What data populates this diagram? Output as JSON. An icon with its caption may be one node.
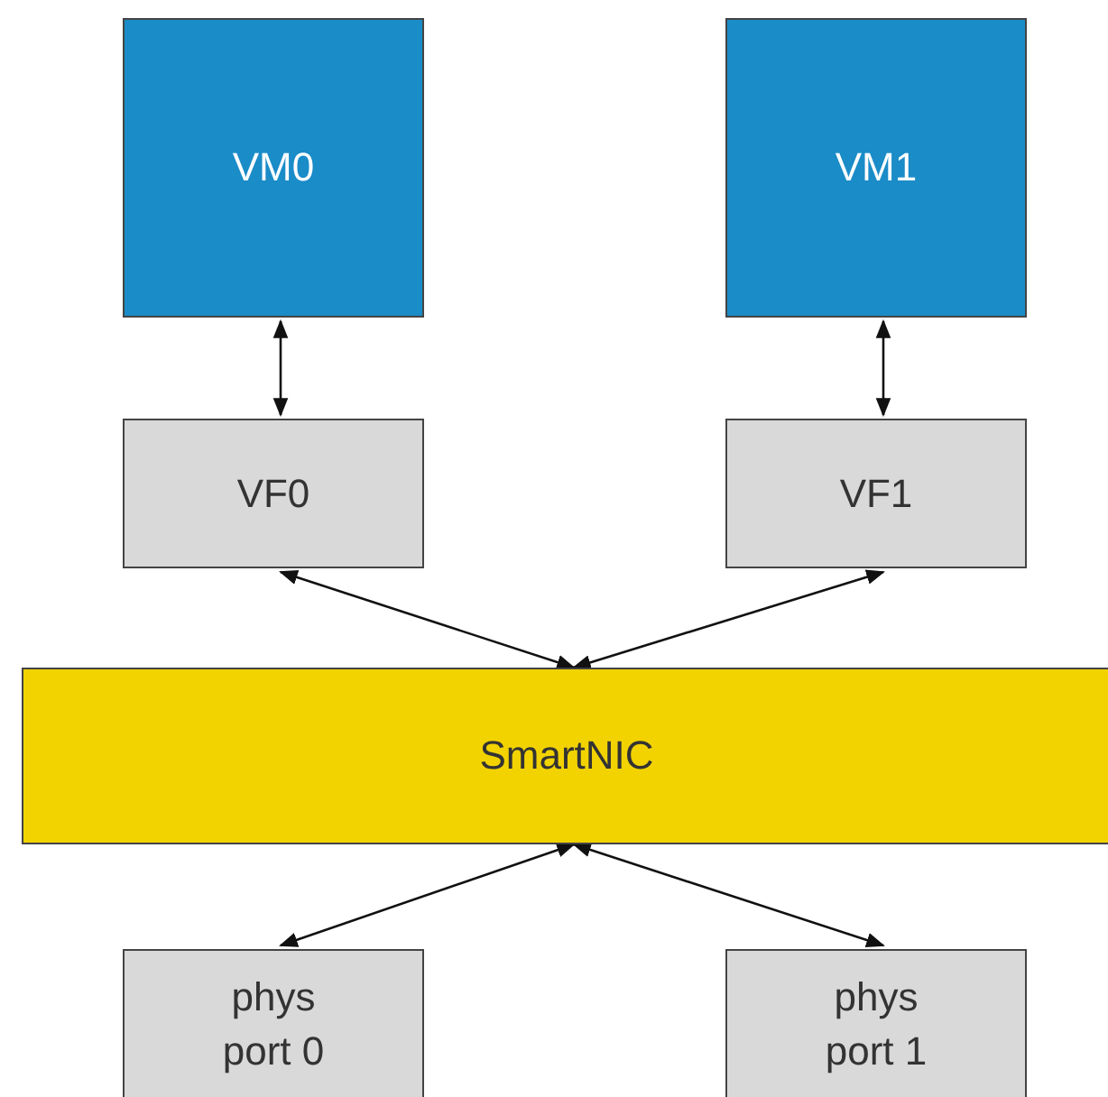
{
  "diagram": {
    "nodes": [
      {
        "text": [
          "VM0"
        ]
      },
      {
        "text": [
          "VM1"
        ]
      },
      {
        "text": [
          "VF0"
        ]
      },
      {
        "text": [
          "VF1"
        ]
      },
      {
        "text": [
          "SmartNIC"
        ]
      },
      {
        "text": [
          "phys port 0"
        ]
      },
      {
        "text": [
          "phys port 1"
        ]
      }
    ],
    "edges": [
      {
        "from": 0,
        "to": 2,
        "arrow": "both"
      },
      {
        "from": 1,
        "to": 3,
        "arrow": "both"
      },
      {
        "from": 2,
        "to": 4,
        "arrow": "both"
      },
      {
        "from": 3,
        "to": 4,
        "arrow": "both"
      },
      {
        "from": 4,
        "to": 5,
        "arrow": "both"
      },
      {
        "from": 4,
        "to": 6,
        "arrow": "both"
      }
    ]
  }
}
